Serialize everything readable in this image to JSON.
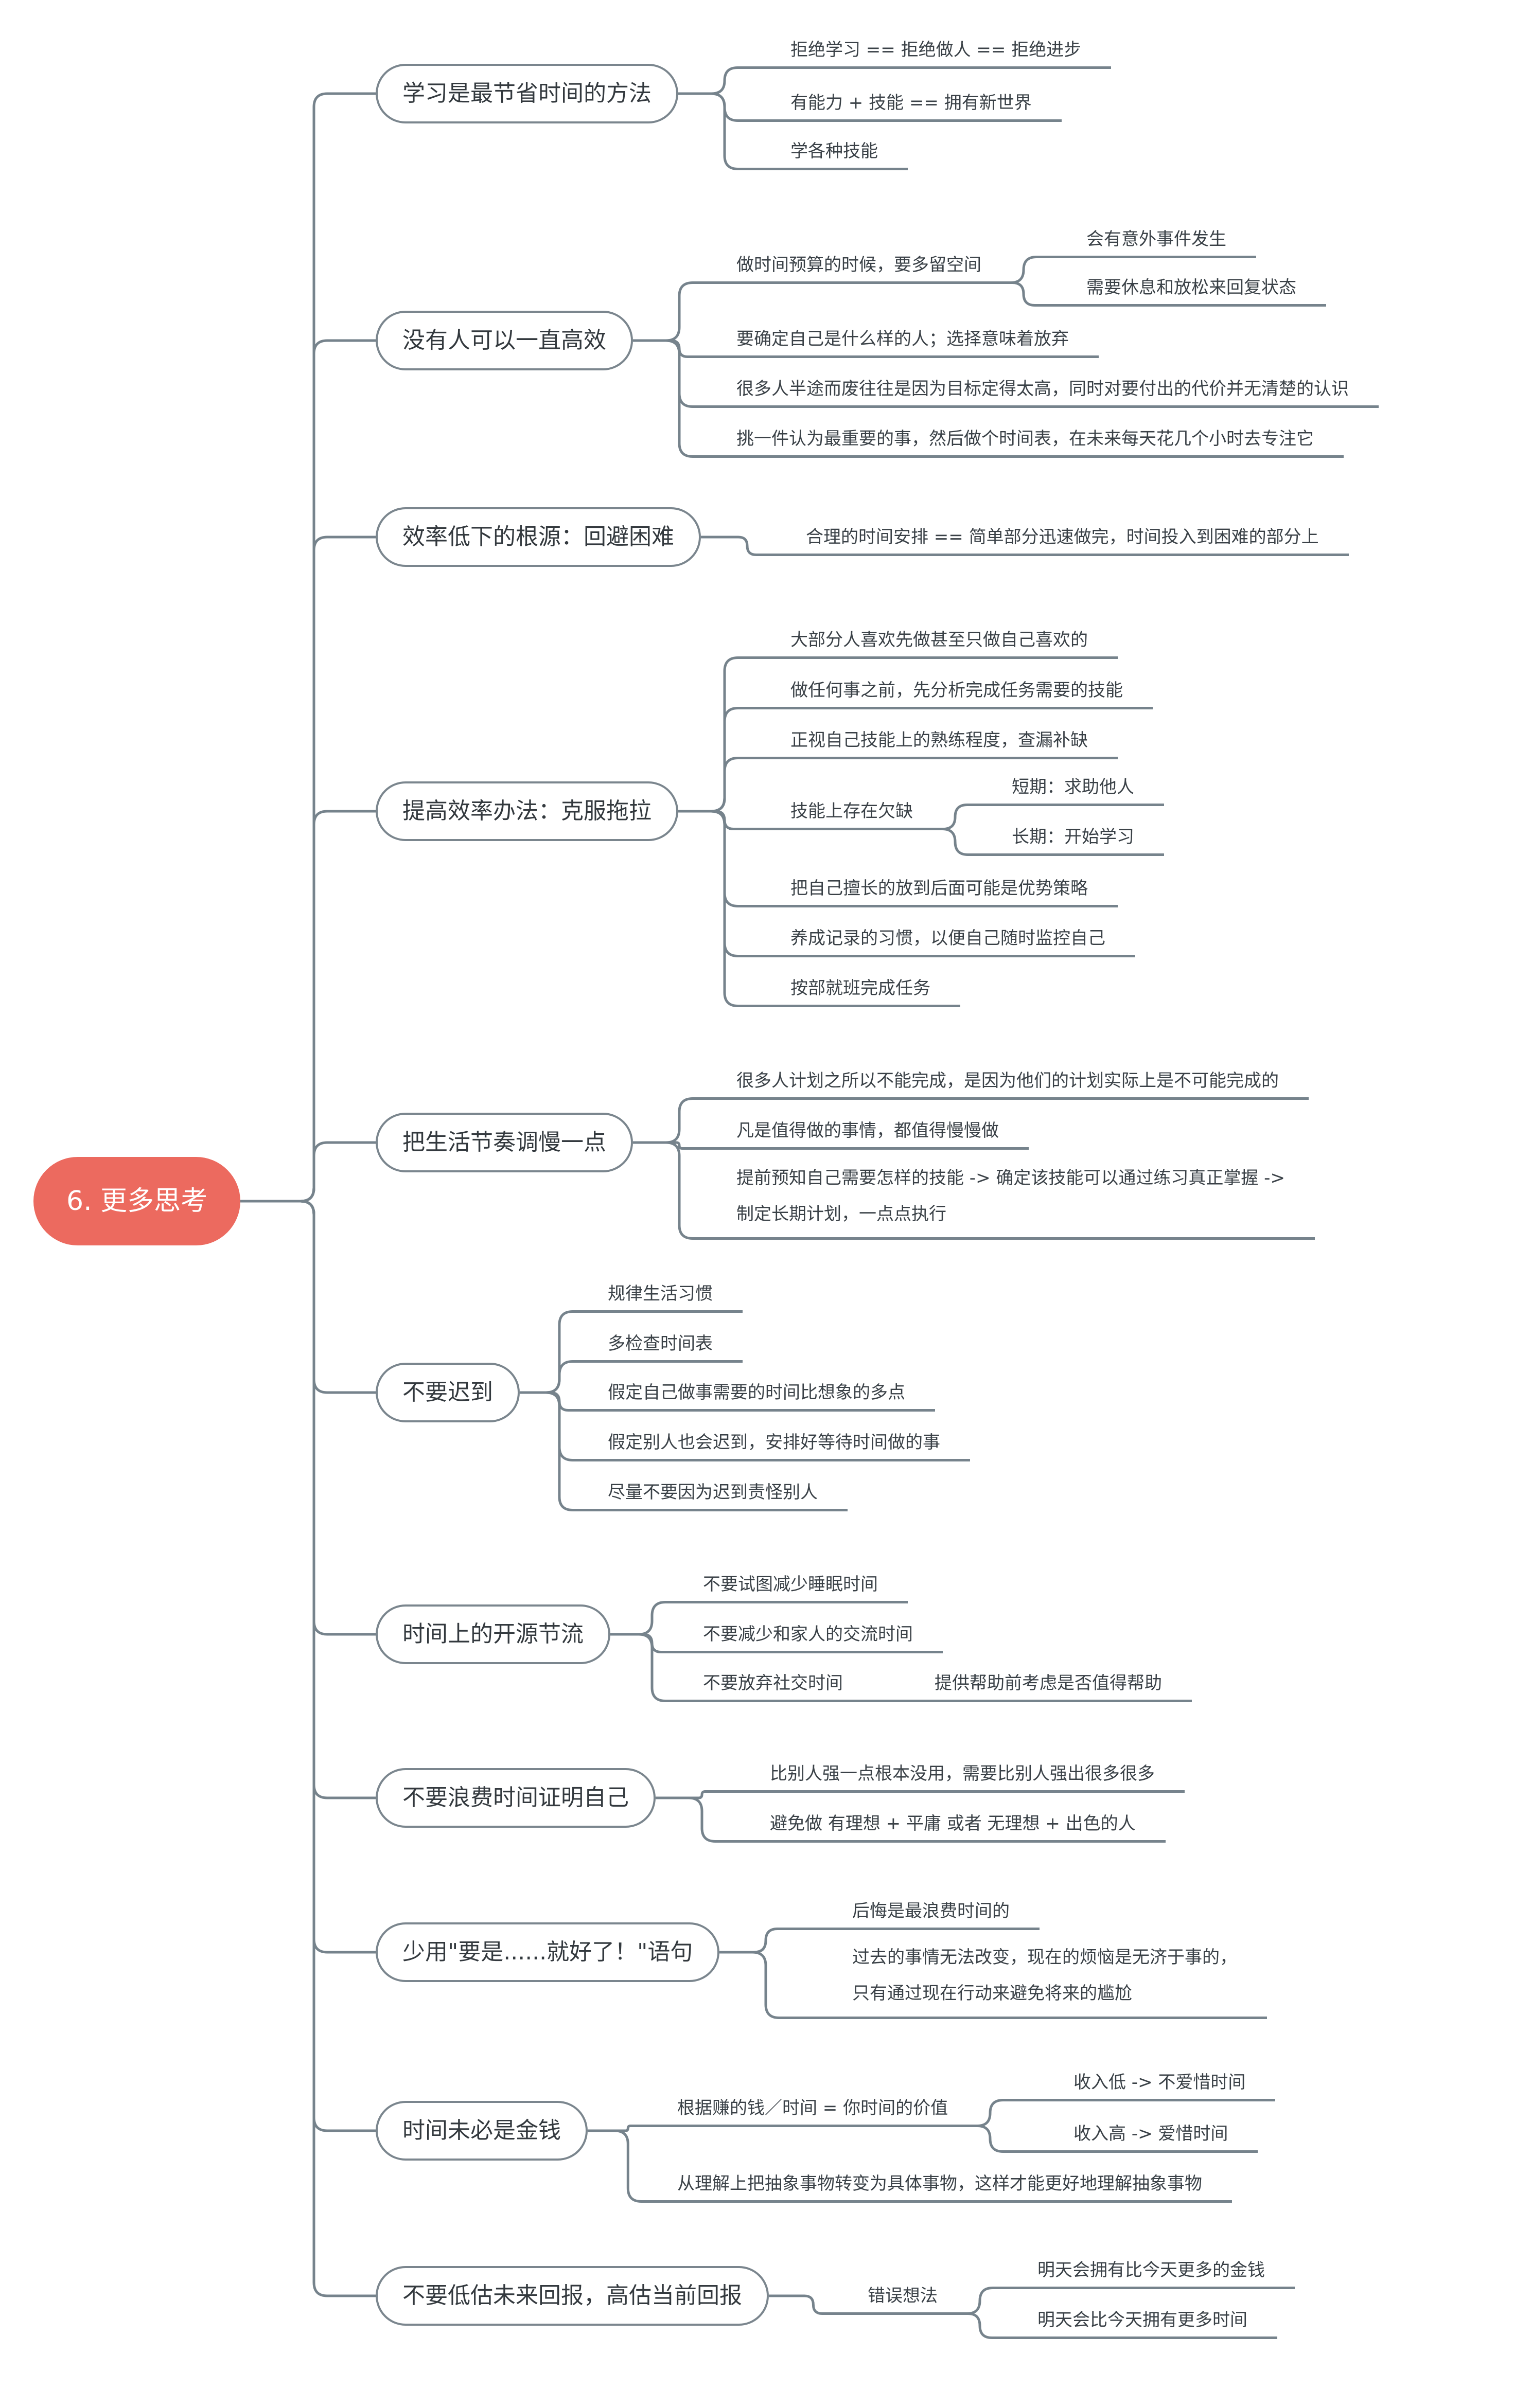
{
  "colors": {
    "root_bg": "#EC6A5F",
    "line": "#76838C",
    "topic_border": "#7B868E",
    "text": "#3A4147",
    "root_text": "#FFFFFF"
  },
  "root": {
    "label": "6. 更多思考"
  },
  "branches": [
    {
      "label": "学习是最节省时间的方法",
      "children": [
        {
          "label": "拒绝学习 == 拒绝做人 == 拒绝进步"
        },
        {
          "label": "有能力 + 技能 == 拥有新世界"
        },
        {
          "label": "学各种技能"
        }
      ]
    },
    {
      "label": "没有人可以一直高效",
      "children": [
        {
          "label": "做时间预算的时候，要多留空间",
          "children": [
            {
              "label": "会有意外事件发生"
            },
            {
              "label": "需要休息和放松来回复状态"
            }
          ]
        },
        {
          "label": "要确定自己是什么样的人；选择意味着放弃"
        },
        {
          "label": "很多人半途而废往往是因为目标定得太高，同时对要付出的代价并无清楚的认识"
        },
        {
          "label": "挑一件认为最重要的事，然后做个时间表，在未来每天花几个小时去专注它"
        }
      ]
    },
    {
      "label": "效率低下的根源：回避困难",
      "children": [
        {
          "label": "合理的时间安排 == 简单部分迅速做完，时间投入到困难的部分上"
        }
      ]
    },
    {
      "label": "提高效率办法：克服拖拉",
      "children": [
        {
          "label": "大部分人喜欢先做甚至只做自己喜欢的"
        },
        {
          "label": "做任何事之前，先分析完成任务需要的技能"
        },
        {
          "label": "正视自己技能上的熟练程度，查漏补缺"
        },
        {
          "label": "技能上存在欠缺",
          "children": [
            {
              "label": "短期：求助他人"
            },
            {
              "label": "长期：开始学习"
            }
          ]
        },
        {
          "label": "把自己擅长的放到后面可能是优势策略"
        },
        {
          "label": "养成记录的习惯，以便自己随时监控自己"
        },
        {
          "label": "按部就班完成任务"
        }
      ]
    },
    {
      "label": "把生活节奏调慢一点",
      "children": [
        {
          "label": "很多人计划之所以不能完成，是因为他们的计划实际上是不可能完成的"
        },
        {
          "label": "凡是值得做的事情，都值得慢慢做"
        },
        {
          "lines": [
            "提前预知自己需要怎样的技能 -> 确定该技能可以通过练习真正掌握 ->",
            "制定长期计划，一点点执行"
          ]
        }
      ]
    },
    {
      "label": "不要迟到",
      "children": [
        {
          "label": "规律生活习惯"
        },
        {
          "label": "多检查时间表"
        },
        {
          "label": "假定自己做事需要的时间比想象的多点"
        },
        {
          "label": "假定别人也会迟到，安排好等待时间做的事"
        },
        {
          "label": "尽量不要因为迟到责怪别人"
        }
      ]
    },
    {
      "label": "时间上的开源节流",
      "children": [
        {
          "label": "不要试图减少睡眠时间"
        },
        {
          "label": "不要减少和家人的交流时间"
        },
        {
          "label": "不要放弃社交时间",
          "children": [
            {
              "label": "提供帮助前考虑是否值得帮助"
            }
          ]
        }
      ]
    },
    {
      "label": "不要浪费时间证明自己",
      "children": [
        {
          "label": "比别人强一点根本没用，需要比别人强出很多很多"
        },
        {
          "label": "避免做 有理想 + 平庸 或者 无理想 + 出色的人"
        }
      ]
    },
    {
      "label": "少用\"要是......就好了！\"语句",
      "children": [
        {
          "label": "后悔是最浪费时间的"
        },
        {
          "lines": [
            "过去的事情无法改变，现在的烦恼是无济于事的，",
            "只有通过现在行动来避免将来的尴尬"
          ]
        }
      ]
    },
    {
      "label": "时间未必是金钱",
      "children": [
        {
          "label": "根据赚的钱／时间 = 你时间的价值",
          "children": [
            {
              "label": "收入低 -> 不爱惜时间"
            },
            {
              "label": "收入高 -> 爱惜时间"
            }
          ]
        },
        {
          "label": "从理解上把抽象事物转变为具体事物，这样才能更好地理解抽象事物"
        }
      ]
    },
    {
      "label": "不要低估未来回报，高估当前回报",
      "children": [
        {
          "label": "错误想法",
          "children": [
            {
              "label": "明天会拥有比今天更多的金钱"
            },
            {
              "label": "明天会比今天拥有更多时间"
            }
          ]
        }
      ]
    }
  ]
}
